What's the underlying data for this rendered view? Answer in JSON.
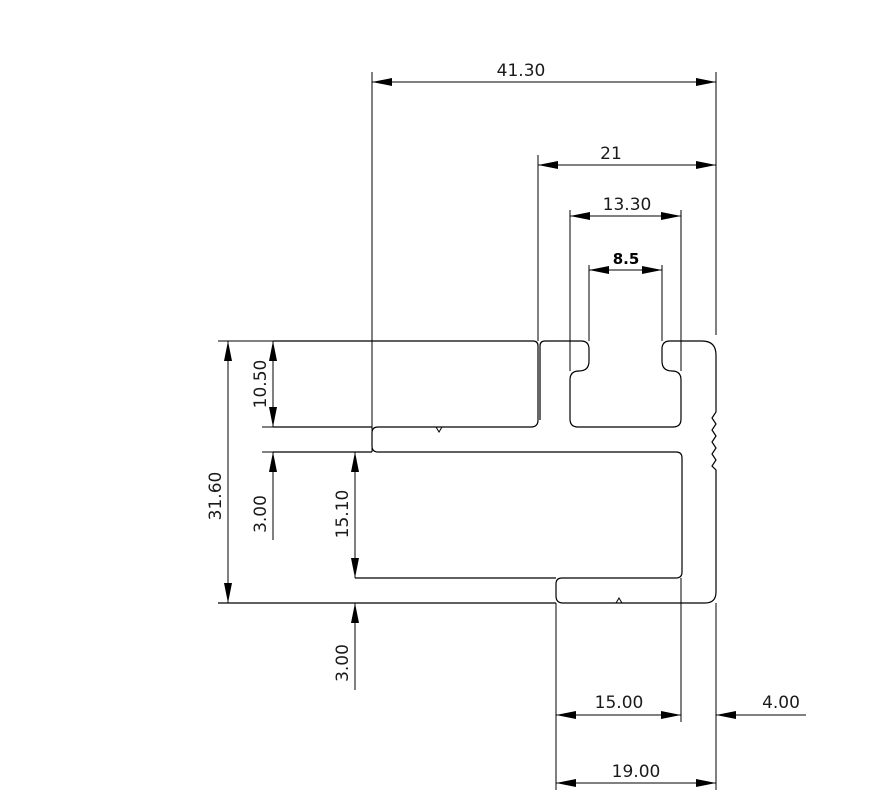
{
  "dimensions": {
    "width_total": "41.30",
    "width_upper_right": "21",
    "width_inner_slot": "13.30",
    "width_slot_opening": "8.5",
    "height_top": "10.50",
    "height_overall": "31.60",
    "height_middle_wall": "3.00",
    "height_lower_cavity": "15.10",
    "height_bottom_wall": "3.00",
    "width_lower_inner": "15.00",
    "width_right_wall": "4.00",
    "width_lower_outer": "19.00"
  }
}
